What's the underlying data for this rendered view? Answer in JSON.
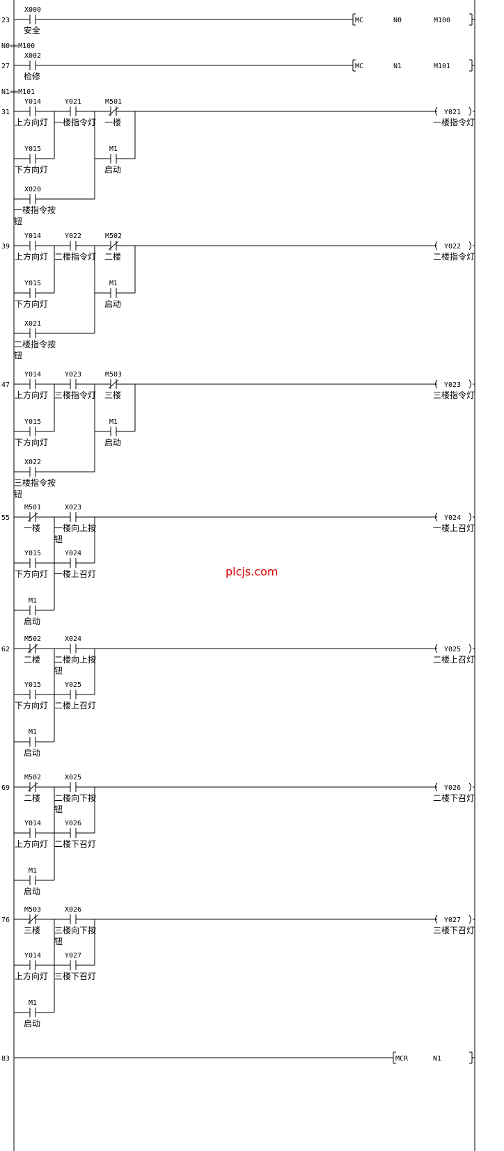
{
  "watermark": "plcjs.com",
  "colors": {
    "line": "#000000",
    "text": "#000000",
    "watermark": "#d90000"
  },
  "mc_labels": [
    "N0==M100",
    "N1==M101"
  ],
  "rungs": [
    {
      "step": "23",
      "contacts": [
        {
          "addr": "X000",
          "type": "NO",
          "comment": "安全"
        }
      ],
      "instruction": {
        "op": "MC",
        "args": [
          "N0",
          "M100"
        ]
      }
    },
    {
      "step": "27",
      "contacts": [
        {
          "addr": "X002",
          "type": "NO",
          "comment": "检修"
        }
      ],
      "instruction": {
        "op": "MC",
        "args": [
          "N1",
          "M101"
        ]
      }
    },
    {
      "step": "31",
      "contacts": [
        {
          "addr": "Y014",
          "type": "NO",
          "comment": "上方向灯"
        },
        {
          "addr": "Y021",
          "type": "NO",
          "comment": "一楼指令灯"
        },
        {
          "addr": "M501",
          "type": "NC",
          "comment": "一楼"
        },
        {
          "addr": "Y015",
          "type": "NO",
          "comment": "下方向灯"
        },
        {
          "addr": "M1",
          "type": "NO",
          "comment": "启动"
        },
        {
          "addr": "X020",
          "type": "NO",
          "comment": "一楼指令按钮"
        }
      ],
      "coil": {
        "addr": "Y021",
        "comment": "一楼指令灯"
      }
    },
    {
      "step": "39",
      "contacts": [
        {
          "addr": "Y014",
          "type": "NO",
          "comment": "上方向灯"
        },
        {
          "addr": "Y022",
          "type": "NO",
          "comment": "二楼指令灯"
        },
        {
          "addr": "M502",
          "type": "NC",
          "comment": "二楼"
        },
        {
          "addr": "Y015",
          "type": "NO",
          "comment": "下方向灯"
        },
        {
          "addr": "M1",
          "type": "NO",
          "comment": "启动"
        },
        {
          "addr": "X021",
          "type": "NO",
          "comment": "二楼指令按钮"
        }
      ],
      "coil": {
        "addr": "Y022",
        "comment": "二楼指令灯"
      }
    },
    {
      "step": "47",
      "contacts": [
        {
          "addr": "Y014",
          "type": "NO",
          "comment": "上方向灯"
        },
        {
          "addr": "Y023",
          "type": "NO",
          "comment": "三楼指令灯"
        },
        {
          "addr": "M503",
          "type": "NC",
          "comment": "三楼"
        },
        {
          "addr": "Y015",
          "type": "NO",
          "comment": "下方向灯"
        },
        {
          "addr": "M1",
          "type": "NO",
          "comment": "启动"
        },
        {
          "addr": "X022",
          "type": "NO",
          "comment": "三楼指令按钮"
        }
      ],
      "coil": {
        "addr": "Y023",
        "comment": "三楼指令灯"
      }
    },
    {
      "step": "55",
      "contacts": [
        {
          "addr": "M501",
          "type": "NC",
          "comment": "一楼"
        },
        {
          "addr": "X023",
          "type": "NO",
          "comment": "一楼向上按钮"
        },
        {
          "addr": "Y015",
          "type": "NO",
          "comment": "下方向灯"
        },
        {
          "addr": "Y024",
          "type": "NO",
          "comment": "一楼上召灯"
        },
        {
          "addr": "M1",
          "type": "NO",
          "comment": "启动"
        }
      ],
      "coil": {
        "addr": "Y024",
        "comment": "一楼上召灯"
      }
    },
    {
      "step": "62",
      "contacts": [
        {
          "addr": "M502",
          "type": "NC",
          "comment": "二楼"
        },
        {
          "addr": "X024",
          "type": "NO",
          "comment": "二楼向上按钮"
        },
        {
          "addr": "Y015",
          "type": "NO",
          "comment": "下方向灯"
        },
        {
          "addr": "Y025",
          "type": "NO",
          "comment": "二楼上召灯"
        },
        {
          "addr": "M1",
          "type": "NO",
          "comment": "启动"
        }
      ],
      "coil": {
        "addr": "Y025",
        "comment": "二楼上召灯"
      }
    },
    {
      "step": "69",
      "contacts": [
        {
          "addr": "M502",
          "type": "NC",
          "comment": "二楼"
        },
        {
          "addr": "X025",
          "type": "NO",
          "comment": "二楼向下按钮"
        },
        {
          "addr": "Y014",
          "type": "NO",
          "comment": "上方向灯"
        },
        {
          "addr": "Y026",
          "type": "NO",
          "comment": "二楼下召灯"
        },
        {
          "addr": "M1",
          "type": "NO",
          "comment": "启动"
        }
      ],
      "coil": {
        "addr": "Y026",
        "comment": "二楼下召灯"
      }
    },
    {
      "step": "76",
      "contacts": [
        {
          "addr": "M503",
          "type": "NC",
          "comment": "三楼"
        },
        {
          "addr": "X026",
          "type": "NO",
          "comment": "三楼向下按钮"
        },
        {
          "addr": "Y014",
          "type": "NO",
          "comment": "上方向灯"
        },
        {
          "addr": "Y027",
          "type": "NO",
          "comment": "三楼下召灯"
        },
        {
          "addr": "M1",
          "type": "NO",
          "comment": "启动"
        }
      ],
      "coil": {
        "addr": "Y027",
        "comment": "三楼下召灯"
      }
    },
    {
      "step": "83",
      "contacts": [],
      "instruction": {
        "op": "MCR",
        "args": [
          "N1"
        ]
      }
    }
  ]
}
